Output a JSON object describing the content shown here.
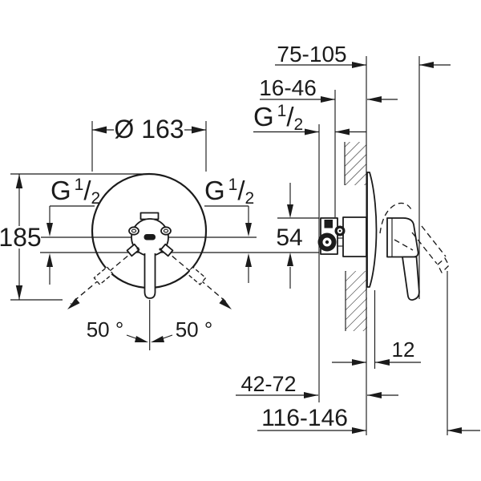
{
  "drawing": {
    "ink_color": "#1b1b1b",
    "background_color": "#ffffff",
    "front_view": {
      "diameter": "Ø 163",
      "overall_height": "185",
      "thread_left": {
        "g": "G",
        "num": "1",
        "slash": "/",
        "den": "2"
      },
      "thread_right": {
        "g": "G",
        "num": "1",
        "slash": "/",
        "den": "2"
      },
      "swing_angle_left": "50 °",
      "swing_angle_right": "50 °"
    },
    "side_view": {
      "wall_to_handle": "75-105",
      "embed_depth": "16-46",
      "thread": {
        "g": "G",
        "num": "1",
        "slash": "/",
        "den": "2"
      },
      "valve_height": "54",
      "escutcheon_depth": "12",
      "rough_in_depth": "42-72",
      "overall_depth": "116-146"
    }
  }
}
